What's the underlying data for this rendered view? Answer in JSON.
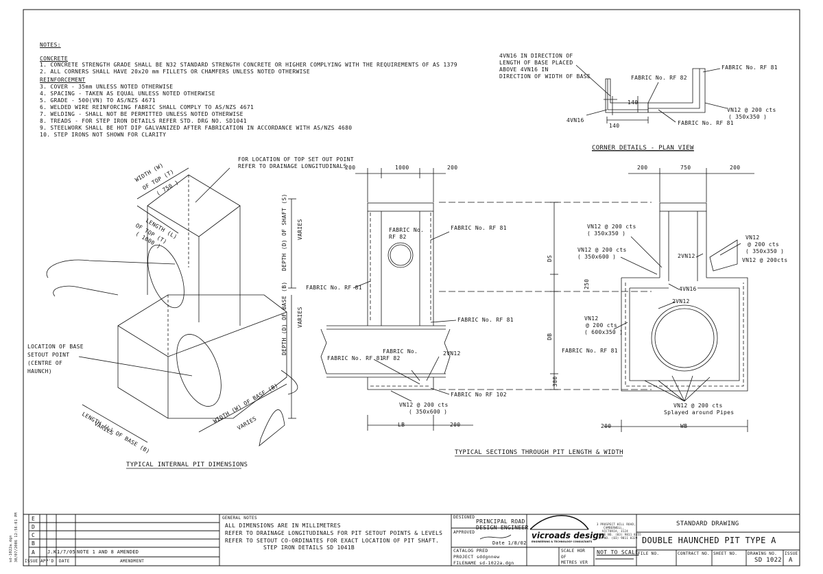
{
  "notes": {
    "heading": "NOTES:",
    "concrete_heading": "CONCRETE",
    "concrete": [
      "1. CONCRETE STRENGTH GRADE SHALL BE N32 STANDARD STRENGTH CONCRETE OR HIGHER COMPLYING WITH THE REQUIREMENTS OF AS 1379",
      "2. ALL CORNERS SHALL HAVE 20x20 mm FILLETS OR CHAMFERS UNLESS NOTED OTHERWISE"
    ],
    "reinforcement_heading": "REINFORCEMENT",
    "reinforcement": [
      "3. COVER    -  35mm UNLESS NOTED OTHERWISE",
      "4. SPACING  -  TAKEN AS EQUAL UNLESS NOTED OTHERWISE",
      "5. GRADE    -  500(VN) TO AS/NZS 4671",
      "6. WELDED WIRE REINFORCING FABRIC SHALL COMPLY TO AS/NZS 4671",
      "7. WELDING  -  SHALL NOT BE PERMITTED UNLESS NOTED OTHERWISE",
      "8. TREADS   -  FOR STEP IRON DETAILS REFER STD. DRG NO. SD1041",
      "9. STEELWORK SHALL BE HOT DIP GALVANIZED AFTER FABRICATION IN ACCORDANCE WITH AS/NZS 4680",
      "10. STEP IRONS NOT SHOWN FOR CLARITY"
    ]
  },
  "corner": {
    "title": "CORNER DETAILS - PLAN VIEW",
    "note": [
      "4VN16 IN DIRECTION OF",
      "LENGTH OF BASE PLACED",
      "ABOVE 4VN16 IN",
      "DIRECTION OF WIDTH OF BASE"
    ],
    "rf82": "FABRIC No. RF 82",
    "rf81a": "FABRIC No. RF 81",
    "rf81b": "FABRIC No. RF 81",
    "vn16": "4VN16",
    "dim140a": "140",
    "dim140b": "140",
    "vn12": [
      "VN12 @ 200 cts",
      "( 350x350 )"
    ]
  },
  "iso": {
    "title": "TYPICAL INTERNAL PIT DIMENSIONS",
    "topset": [
      "FOR LOCATION OF TOP SET OUT POINT",
      "REFER TO DRAINAGE LONGITUDINALS"
    ],
    "width_top": [
      "WIDTH (W)",
      "OF TOP (T)",
      "( 750 )"
    ],
    "length_top": [
      "LENGTH (L)",
      "OF TOP (T)",
      "( 1000 )"
    ],
    "shaft": [
      "DEPTH (D) OF SHAFT (S)",
      "VARIES"
    ],
    "base": [
      "DEPTH (D) OF BASE (B)",
      "VARIES"
    ],
    "setout": [
      "LOCATION OF BASE",
      "SETOUT POINT",
      "(CENTRE OF",
      "HAUNCH)"
    ],
    "width_base": [
      "WIDTH (W) OF BASE (B)",
      "VARIES"
    ],
    "length_base": [
      "LENGTH (L) OF BASE (B)",
      "VARIES"
    ]
  },
  "sections": {
    "title": "TYPICAL SECTIONS THROUGH PIT LENGTH & WIDTH",
    "left": {
      "d200a": "200",
      "d1000": "1000",
      "d200b": "200",
      "rf82": [
        "FABRIC No.",
        "RF 82"
      ],
      "rf81top": "FABRIC No. RF 81",
      "rf81left": "FABRIC No. RF 81",
      "rf81mid": "FABRIC No. RF 81",
      "rf81bot": "FABRIC No. RF 81",
      "rf82bot": [
        "FABRIC No.",
        "RF 82"
      ],
      "vn2": "2VN12",
      "rf102": "FABRIC No RF 102",
      "vn12": [
        "VN12 @ 200 cts",
        "( 350x600 )"
      ],
      "lb": "LB",
      "d200c": "200"
    },
    "mid": {
      "ds": "DS",
      "d250": "250",
      "db": "DB",
      "d300": "300"
    },
    "right": {
      "d200a": "200",
      "d750": "750",
      "d200b": "200",
      "vn350": [
        "VN12 @ 200 cts",
        "( 350x350 )"
      ],
      "vn350b": [
        "VN12 @ 200 cts",
        "( 350x600 )"
      ],
      "vn2a": "2VN12",
      "vn12r": [
        "VN12",
        "@ 200 cts",
        "( 350x350 )",
        "VN12 @ 200cts"
      ],
      "vn16": "4VN16",
      "vn2b": "2VN12",
      "vn600": [
        "VN12",
        "@ 200 cts",
        "( 600x350 )"
      ],
      "rf81": "FABRIC No. RF 81",
      "splay": [
        "VN12 @ 200 cts",
        "Splayed around Pipes"
      ],
      "d200c": "200",
      "wb": "WB"
    }
  },
  "title_block": {
    "revisions": [
      "E",
      "D",
      "C",
      "B",
      "A"
    ],
    "rev_a": {
      "by": "J.K.",
      "date": "1/7/05",
      "amend": "NOTE 1 AND 8 AMENDED"
    },
    "cols": {
      "issue": "ISSUE",
      "appd": "APP'D",
      "date": "DATE",
      "amend": "AMENDMENT"
    },
    "side": [
      "sd-1022a.dgn",
      "30/07/2006  12:56:01 PM"
    ],
    "general_heading": "GENERAL NOTES",
    "general": [
      "ALL DIMENSIONS ARE IN MILLIMETRES",
      "REFER TO DRAINAGE LONGITUDINALS FOR PIT SETOUT POINTS & LEVELS",
      "REFER TO SETOUT CO-ORDINATES FOR EXACT LOCATION OF PIT SHAFT.",
      "STEP IRON DETAILS              SD 1041B"
    ],
    "designed": "DESIGNED",
    "designer": [
      "PRINCIPAL ROAD",
      "DESIGN ENGINEER"
    ],
    "approved": "APPROVED",
    "approved_date": "Date 1/8/02",
    "catalog": "CATALOG PRED",
    "project": "PROJECT sddgnnew",
    "filename": "FILENAME sd-1022a.dgn",
    "brand": "vicroads design",
    "brand_sub": "ENGINEERING & TECHNOLOGY CONSULTANTS",
    "address": [
      "3 PROSPECT HILL ROAD,",
      "CAMBERWELL,",
      "VICTORIA, 3124",
      "PHONE NO. (03) 9811 8355",
      "FAX NO. (03) 9811 8329"
    ],
    "scale": [
      "SCALE  HOR",
      "OF",
      "METRES  VER"
    ],
    "not_to_scale": "NOT TO SCALE",
    "std": "STANDARD DRAWING",
    "title": "DOUBLE HAUNCHED PIT TYPE A",
    "file_no": "FILE NO.",
    "contract_no": "CONTRACT NO.",
    "sheet_no": "SHEET NO.",
    "drawing_no_label": "DRAWING NO.",
    "drawing_no": "SD 1022",
    "issue_label": "ISSUE",
    "issue": "A"
  }
}
